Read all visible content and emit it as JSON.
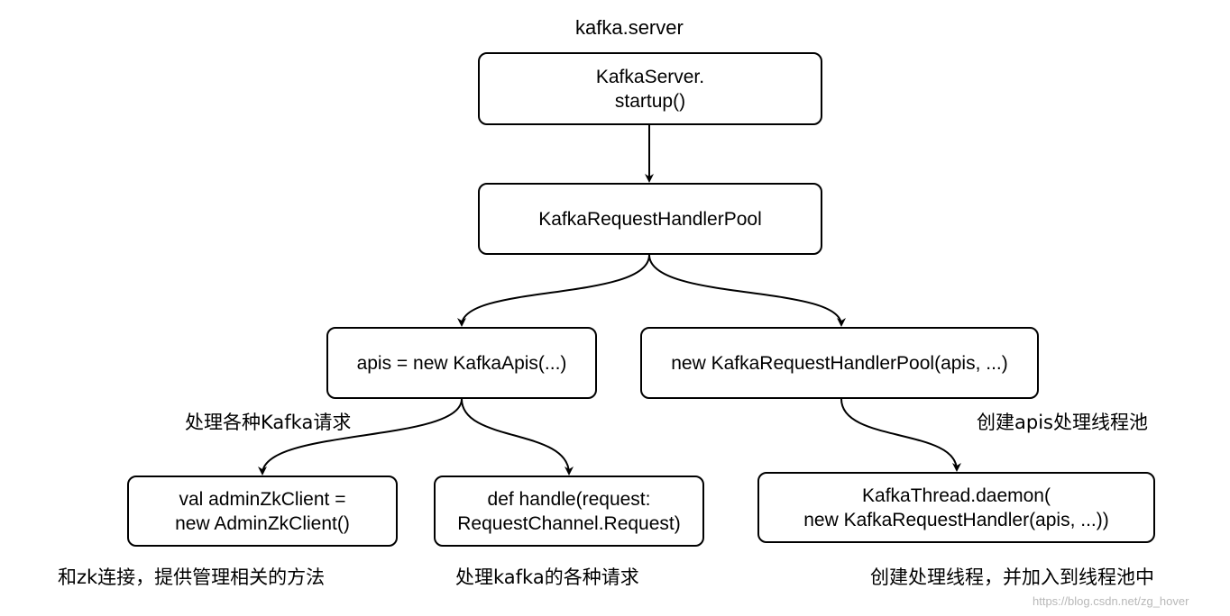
{
  "package_label": "kafka.server",
  "nodes": {
    "server_startup": "KafkaServer.\nstartup()",
    "handler_pool": "KafkaRequestHandlerPool",
    "apis": "apis = new KafkaApis(...)",
    "new_pool": "new KafkaRequestHandlerPool(apis, ...)",
    "admin_zk": "val adminZkClient =\nnew AdminZkClient()",
    "handle": "def handle(request:\nRequestChannel.Request)",
    "daemon": "KafkaThread.daemon(\nnew KafkaRequestHandler(apis, ...))"
  },
  "annotations": {
    "apis_note": "处理各种Kafka请求",
    "pool_note": "创建apis处理线程池",
    "admin_zk_note": "和zk连接，提供管理相关的方法",
    "handle_note": "处理kafka的各种请求",
    "daemon_note": "创建处理线程，并加入到线程池中"
  },
  "watermark": "https://blog.csdn.net/zg_hover",
  "colors": {
    "stroke": "#000000",
    "fill": "#ffffff",
    "watermark": "#b8b8b8"
  }
}
